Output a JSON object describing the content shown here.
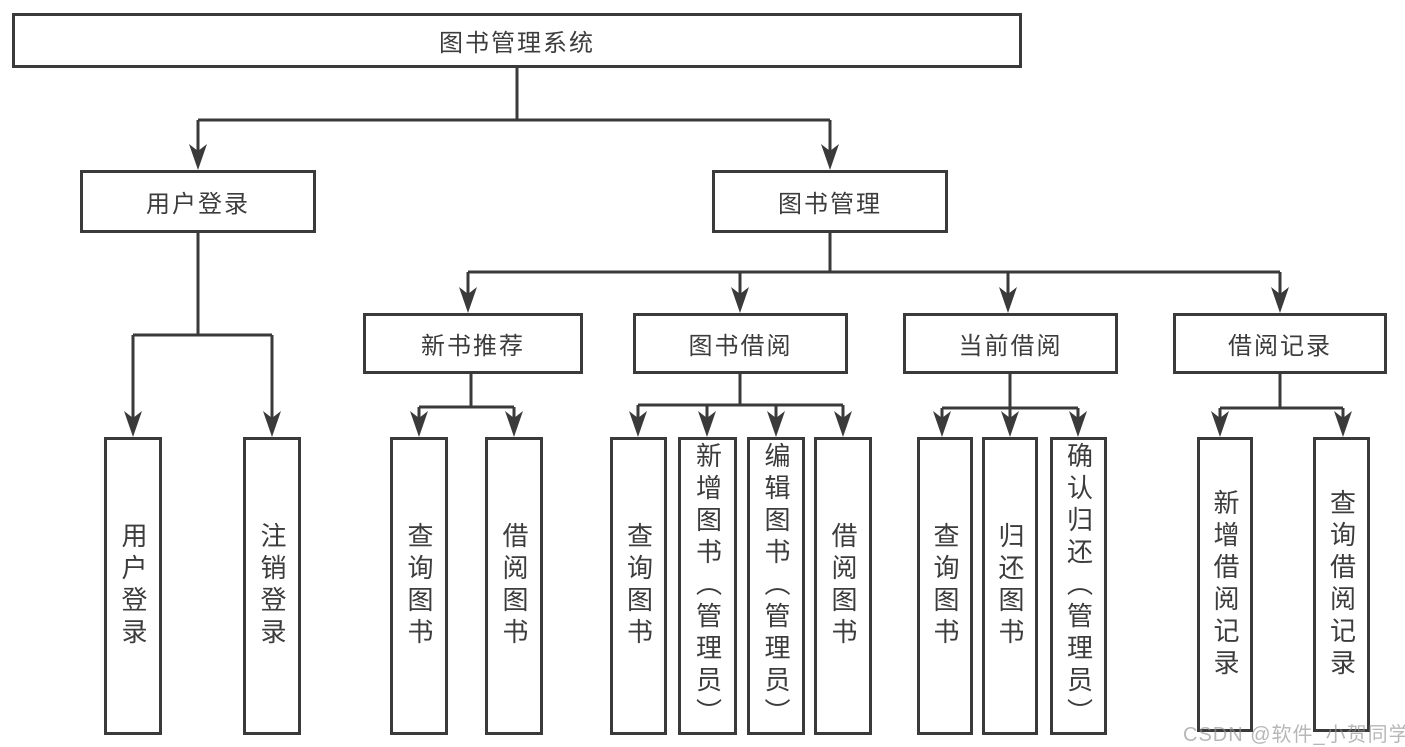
{
  "diagram": {
    "root": {
      "label": "图书管理系统"
    },
    "branches": [
      {
        "label": "用户登录",
        "children": [
          {
            "label": "用户登录"
          },
          {
            "label": "注销登录"
          }
        ]
      },
      {
        "label": "图书管理",
        "children": [
          {
            "label": "新书推荐",
            "children": [
              {
                "label": "查询图书"
              },
              {
                "label": "借阅图书"
              }
            ]
          },
          {
            "label": "图书借阅",
            "children": [
              {
                "label": "查询图书"
              },
              {
                "label": "新增图书（管理员）"
              },
              {
                "label": "编辑图书（管理员）"
              },
              {
                "label": "借阅图书"
              }
            ]
          },
          {
            "label": "当前借阅",
            "children": [
              {
                "label": "查询图书"
              },
              {
                "label": "归还图书"
              },
              {
                "label": "确认归还（管理员）"
              }
            ]
          },
          {
            "label": "借阅记录",
            "children": [
              {
                "label": "新增借阅记录"
              },
              {
                "label": "查询借阅记录"
              }
            ]
          }
        ]
      }
    ]
  },
  "watermark": "CSDN @软件_小贺同学",
  "colors": {
    "line": "#3a3a3a",
    "text": "#3c3c3c",
    "watermark": "#919191",
    "background": "#ffffff"
  }
}
